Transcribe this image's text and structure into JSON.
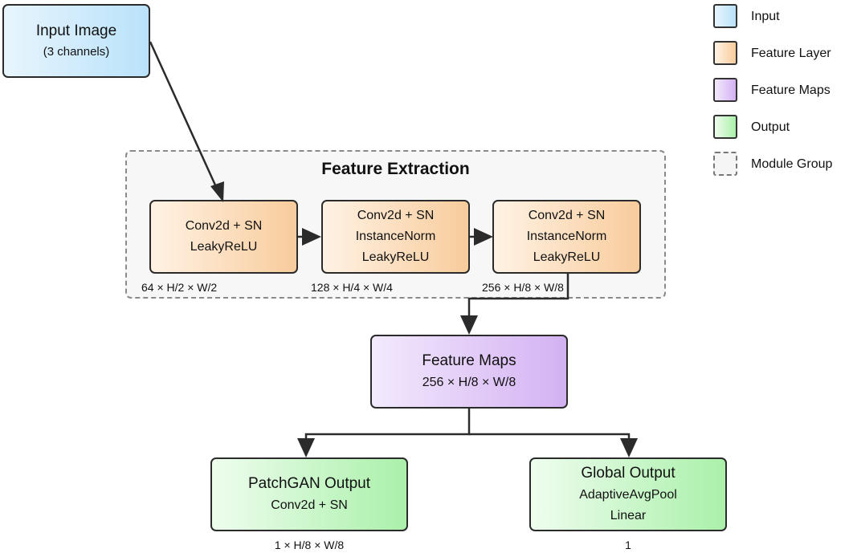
{
  "legend": [
    {
      "label": "Input",
      "color": "#c6e8fb"
    },
    {
      "label": "Feature Layer",
      "color": "#fbd4ab"
    },
    {
      "label": "Feature Maps",
      "color": "#ddc3f5"
    },
    {
      "label": "Output",
      "color": "#bff5bf"
    },
    {
      "label": "Module Group",
      "color": "#f5f5f5"
    }
  ],
  "input_node": {
    "title": "Input Image",
    "sub": "(3 channels)"
  },
  "group": {
    "title": "Feature Extraction"
  },
  "layers": [
    {
      "lines": [
        "Conv2d + SN",
        "LeakyReLU"
      ],
      "dim": "64 × H/2 × W/2"
    },
    {
      "lines": [
        "Conv2d + SN",
        "InstanceNorm",
        "LeakyReLU"
      ],
      "dim": "128 × H/4 × W/4"
    },
    {
      "lines": [
        "Conv2d + SN",
        "InstanceNorm",
        "LeakyReLU"
      ],
      "dim": "256 × H/8 × W/8"
    }
  ],
  "feature_maps": {
    "title": "Feature Maps",
    "sub": "256 × H/8 × W/8"
  },
  "outputs": [
    {
      "title": "PatchGAN Output",
      "lines": [
        "Conv2d + SN"
      ],
      "dim": "1 × H/8 × W/8"
    },
    {
      "title": "Global Output",
      "lines": [
        "AdaptiveAvgPool",
        "Linear"
      ],
      "dim": "1"
    }
  ]
}
